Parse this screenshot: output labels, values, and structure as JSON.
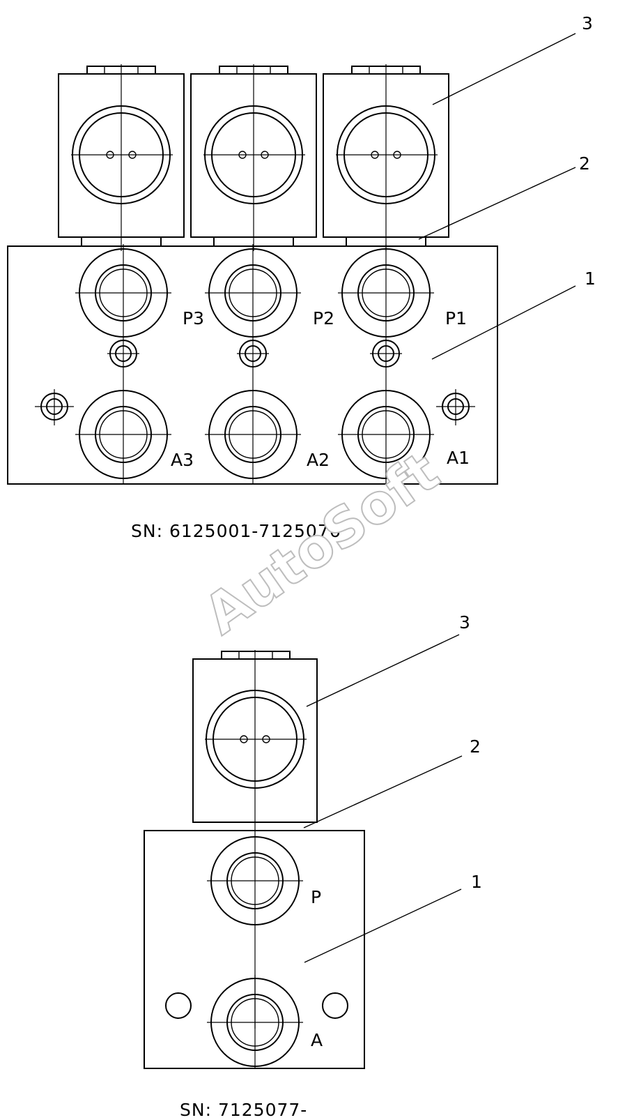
{
  "watermark": "AutoSoft",
  "upper_assembly": {
    "serial": "SN: 6125001-7125076",
    "callouts": [
      "3",
      "2",
      "1"
    ],
    "ports": [
      "P3",
      "P2",
      "P1",
      "A3",
      "A2",
      "A1"
    ]
  },
  "lower_assembly": {
    "serial": "SN: 7125077-",
    "callouts": [
      "3",
      "2",
      "1"
    ],
    "ports": [
      "P",
      "A"
    ]
  }
}
